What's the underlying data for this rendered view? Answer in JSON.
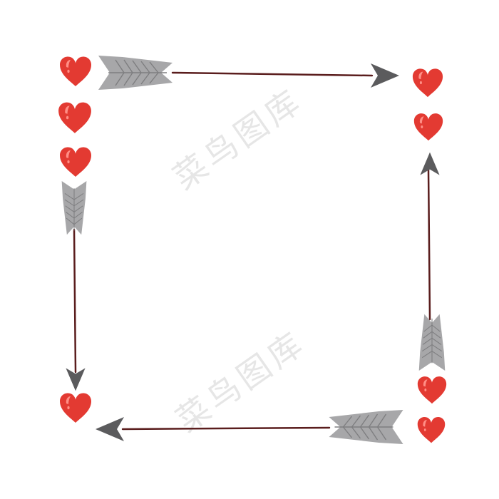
{
  "watermark": {
    "text": "菜鸟图库",
    "color": "#c8c8c8"
  },
  "colors": {
    "heart": "#e33a32",
    "heart_highlight": "#ff8f86",
    "fletching": "#a7a7a9",
    "fletching_line": "#7e7e80",
    "arrowhead": "#5b5b5d",
    "shaft": "#5a1d1d"
  },
  "icons": {
    "heart": "heart-icon",
    "arrow": "arrow-icon"
  },
  "frame": {
    "top_arrow": {
      "direction": "right"
    },
    "bottom_arrow": {
      "direction": "left"
    },
    "left_arrow": {
      "direction": "down"
    },
    "right_arrow": {
      "direction": "up"
    },
    "top_left_hearts": 3,
    "top_right_hearts": 2,
    "bottom_left_hearts": 1,
    "bottom_right_hearts": 2
  }
}
